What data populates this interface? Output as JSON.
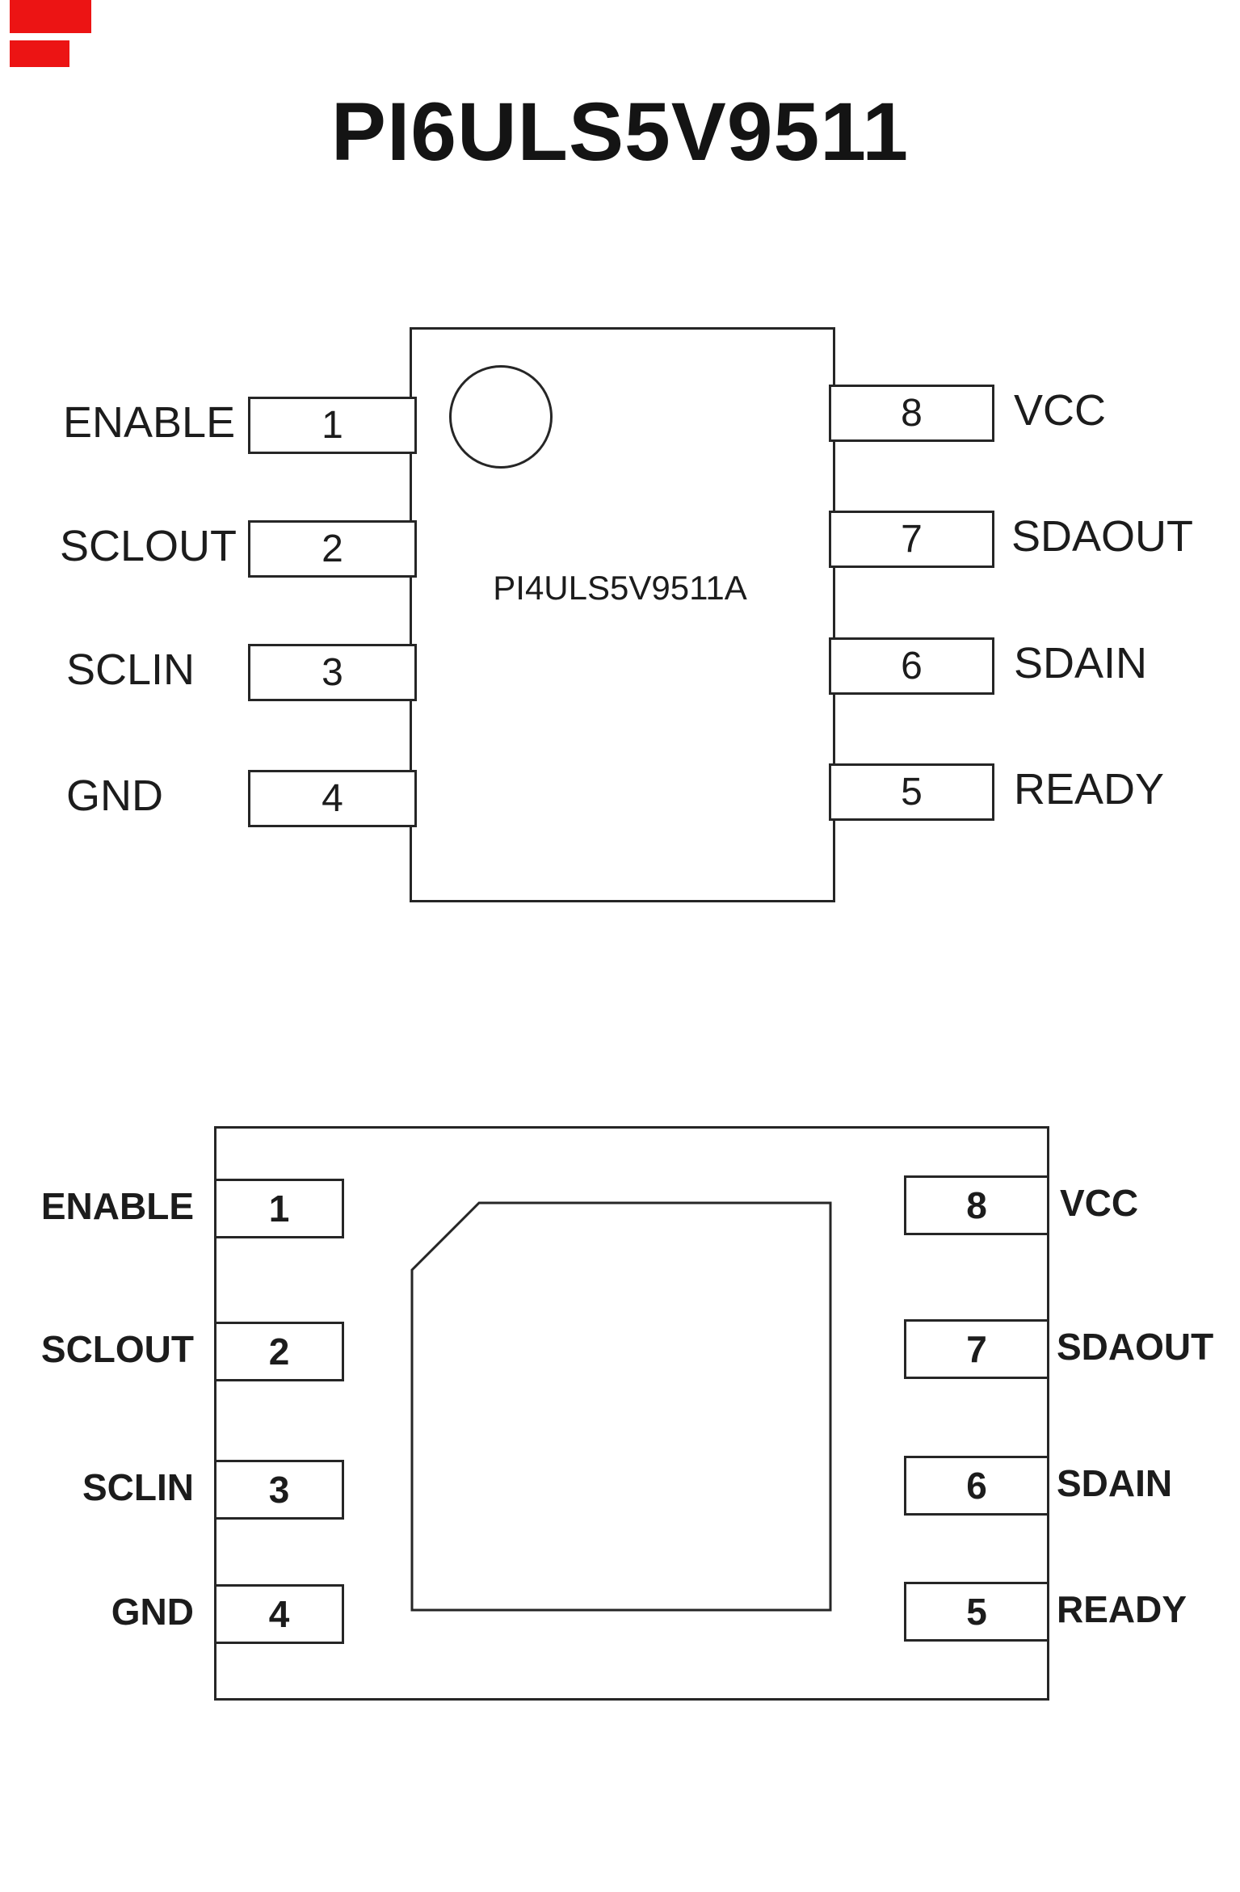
{
  "page": {
    "title": "PI6ULS5V9511"
  },
  "accent": {
    "red_mark_color": "#ec1414"
  },
  "top_diagram": {
    "package_label": "PI4ULS5V9511A",
    "left_pins": [
      {
        "number": "1",
        "label": "ENABLE"
      },
      {
        "number": "2",
        "label": "SCLOUT"
      },
      {
        "number": "3",
        "label": "SCLIN"
      },
      {
        "number": "4",
        "label": "GND"
      }
    ],
    "right_pins": [
      {
        "number": "8",
        "label": "VCC"
      },
      {
        "number": "7",
        "label": "SDAOUT"
      },
      {
        "number": "6",
        "label": "SDAIN"
      },
      {
        "number": "5",
        "label": "READY"
      }
    ]
  },
  "bottom_diagram": {
    "left_pins": [
      {
        "number": "1",
        "label": "ENABLE"
      },
      {
        "number": "2",
        "label": "SCLOUT"
      },
      {
        "number": "3",
        "label": "SCLIN"
      },
      {
        "number": "4",
        "label": "GND"
      }
    ],
    "right_pins": [
      {
        "number": "8",
        "label": "VCC"
      },
      {
        "number": "7",
        "label": "SDAOUT"
      },
      {
        "number": "6",
        "label": "SDAIN"
      },
      {
        "number": "5",
        "label": "READY"
      }
    ]
  }
}
